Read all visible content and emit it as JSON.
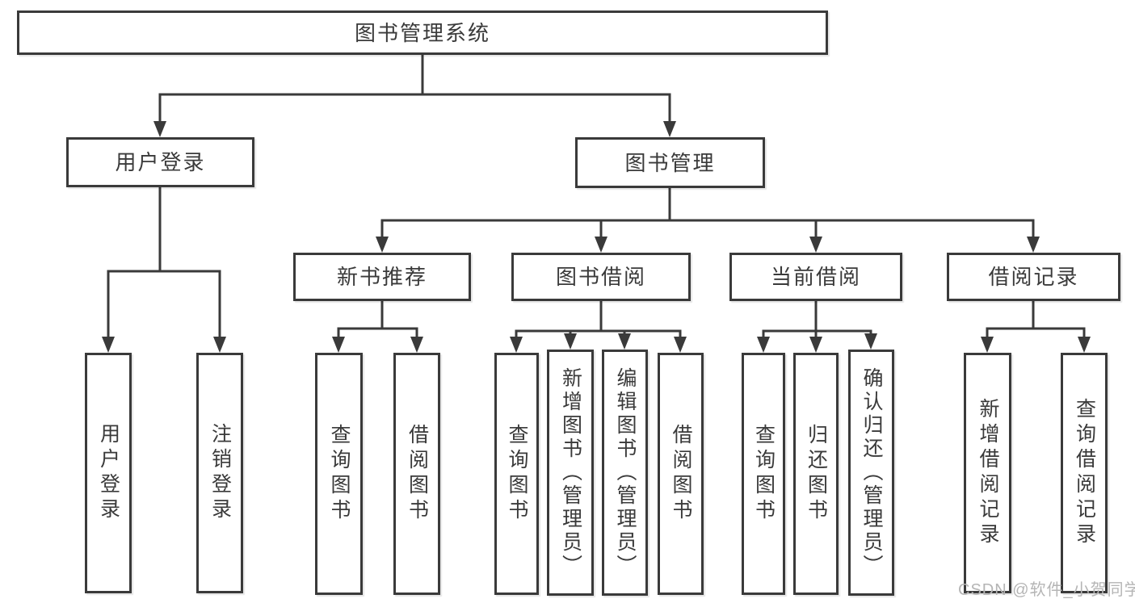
{
  "tree": {
    "root": "图书管理系统",
    "branches": [
      {
        "label": "用户登录",
        "children": [
          {
            "label": "用户登录"
          },
          {
            "label": "注销登录"
          }
        ]
      },
      {
        "label": "图书管理",
        "children": [
          {
            "label": "新书推荐",
            "children": [
              {
                "label": "查询图书"
              },
              {
                "label": "借阅图书"
              }
            ]
          },
          {
            "label": "图书借阅",
            "children": [
              {
                "label": "查询图书"
              },
              {
                "label": "新增图书（管理员）"
              },
              {
                "label": "编辑图书（管理员）"
              },
              {
                "label": "借阅图书"
              }
            ]
          },
          {
            "label": "当前借阅",
            "children": [
              {
                "label": "查询图书"
              },
              {
                "label": "归还图书"
              },
              {
                "label": "确认归还（管理员）"
              }
            ]
          },
          {
            "label": "借阅记录",
            "children": [
              {
                "label": "新增借阅记录"
              },
              {
                "label": "查询借阅记录"
              }
            ]
          }
        ]
      }
    ]
  },
  "watermark": {
    "text": "CSDN @软件_小贺同学"
  },
  "colors": {
    "line": "#3a3a3a",
    "text": "#3a3a3a",
    "background": "#ffffff",
    "watermark": "#b5b5b5"
  }
}
